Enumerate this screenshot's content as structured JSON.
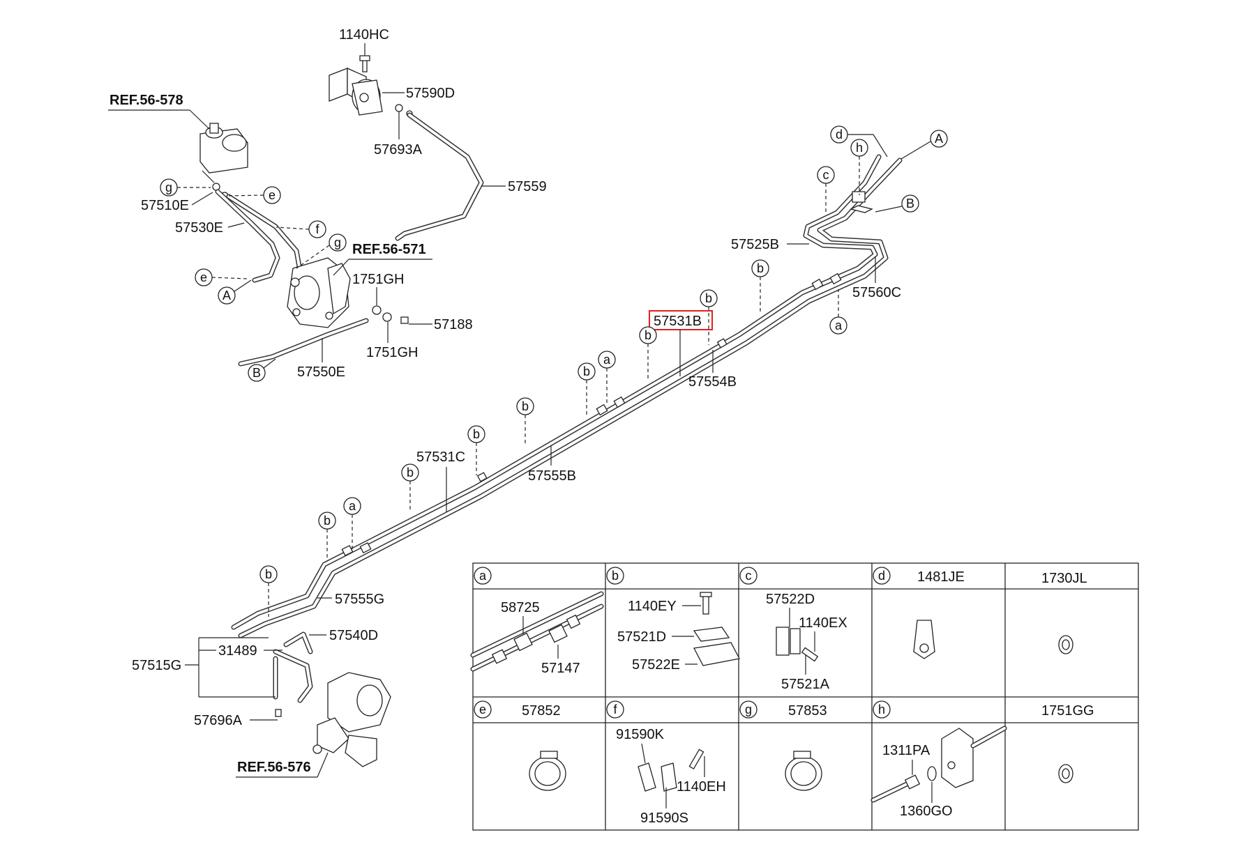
{
  "refs": {
    "ref578": "REF.56-578",
    "ref571": "REF.56-571",
    "ref576": "REF.56-576"
  },
  "labels": {
    "p1140HC": "1140HC",
    "p57590D": "57590D",
    "p57693A": "57693A",
    "p57559": "57559",
    "p57510E": "57510E",
    "p57530E": "57530E",
    "p1751GH_a": "1751GH",
    "p1751GH_b": "1751GH",
    "p57188": "57188",
    "p57550E": "57550E",
    "p57525B": "57525B",
    "p57560C": "57560C",
    "p57531B": "57531B",
    "p57554B": "57554B",
    "p57531C": "57531C",
    "p57555B": "57555B",
    "p57555G": "57555G",
    "p57540D": "57540D",
    "p57515G": "57515G",
    "p31489": "31489",
    "p57696A": "57696A"
  },
  "callouts": {
    "a": "a",
    "b": "b",
    "c": "c",
    "d": "d",
    "e": "e",
    "f": "f",
    "g": "g",
    "h": "h",
    "A": "A",
    "B": "B"
  },
  "highlight": {
    "part": "57531B",
    "color": "#e02020"
  },
  "table": {
    "cells": [
      {
        "key": "a",
        "title": "",
        "parts": [
          "58725",
          "57147"
        ]
      },
      {
        "key": "b",
        "title": "",
        "parts": [
          "1140EY",
          "57521D",
          "57522E"
        ]
      },
      {
        "key": "c",
        "title": "",
        "parts": [
          "57522D",
          "1140EX",
          "57521A"
        ]
      },
      {
        "key": "d",
        "title": "1481JE",
        "parts": []
      },
      {
        "key": "",
        "title": "1730JL",
        "parts": []
      },
      {
        "key": "e",
        "title": "57852",
        "parts": []
      },
      {
        "key": "f",
        "title": "",
        "parts": [
          "91590K",
          "1140EH",
          "91590S"
        ]
      },
      {
        "key": "g",
        "title": "57853",
        "parts": []
      },
      {
        "key": "h",
        "title": "",
        "parts": [
          "1311PA",
          "1360GO"
        ]
      },
      {
        "key": "",
        "title": "1751GG",
        "parts": []
      }
    ]
  }
}
